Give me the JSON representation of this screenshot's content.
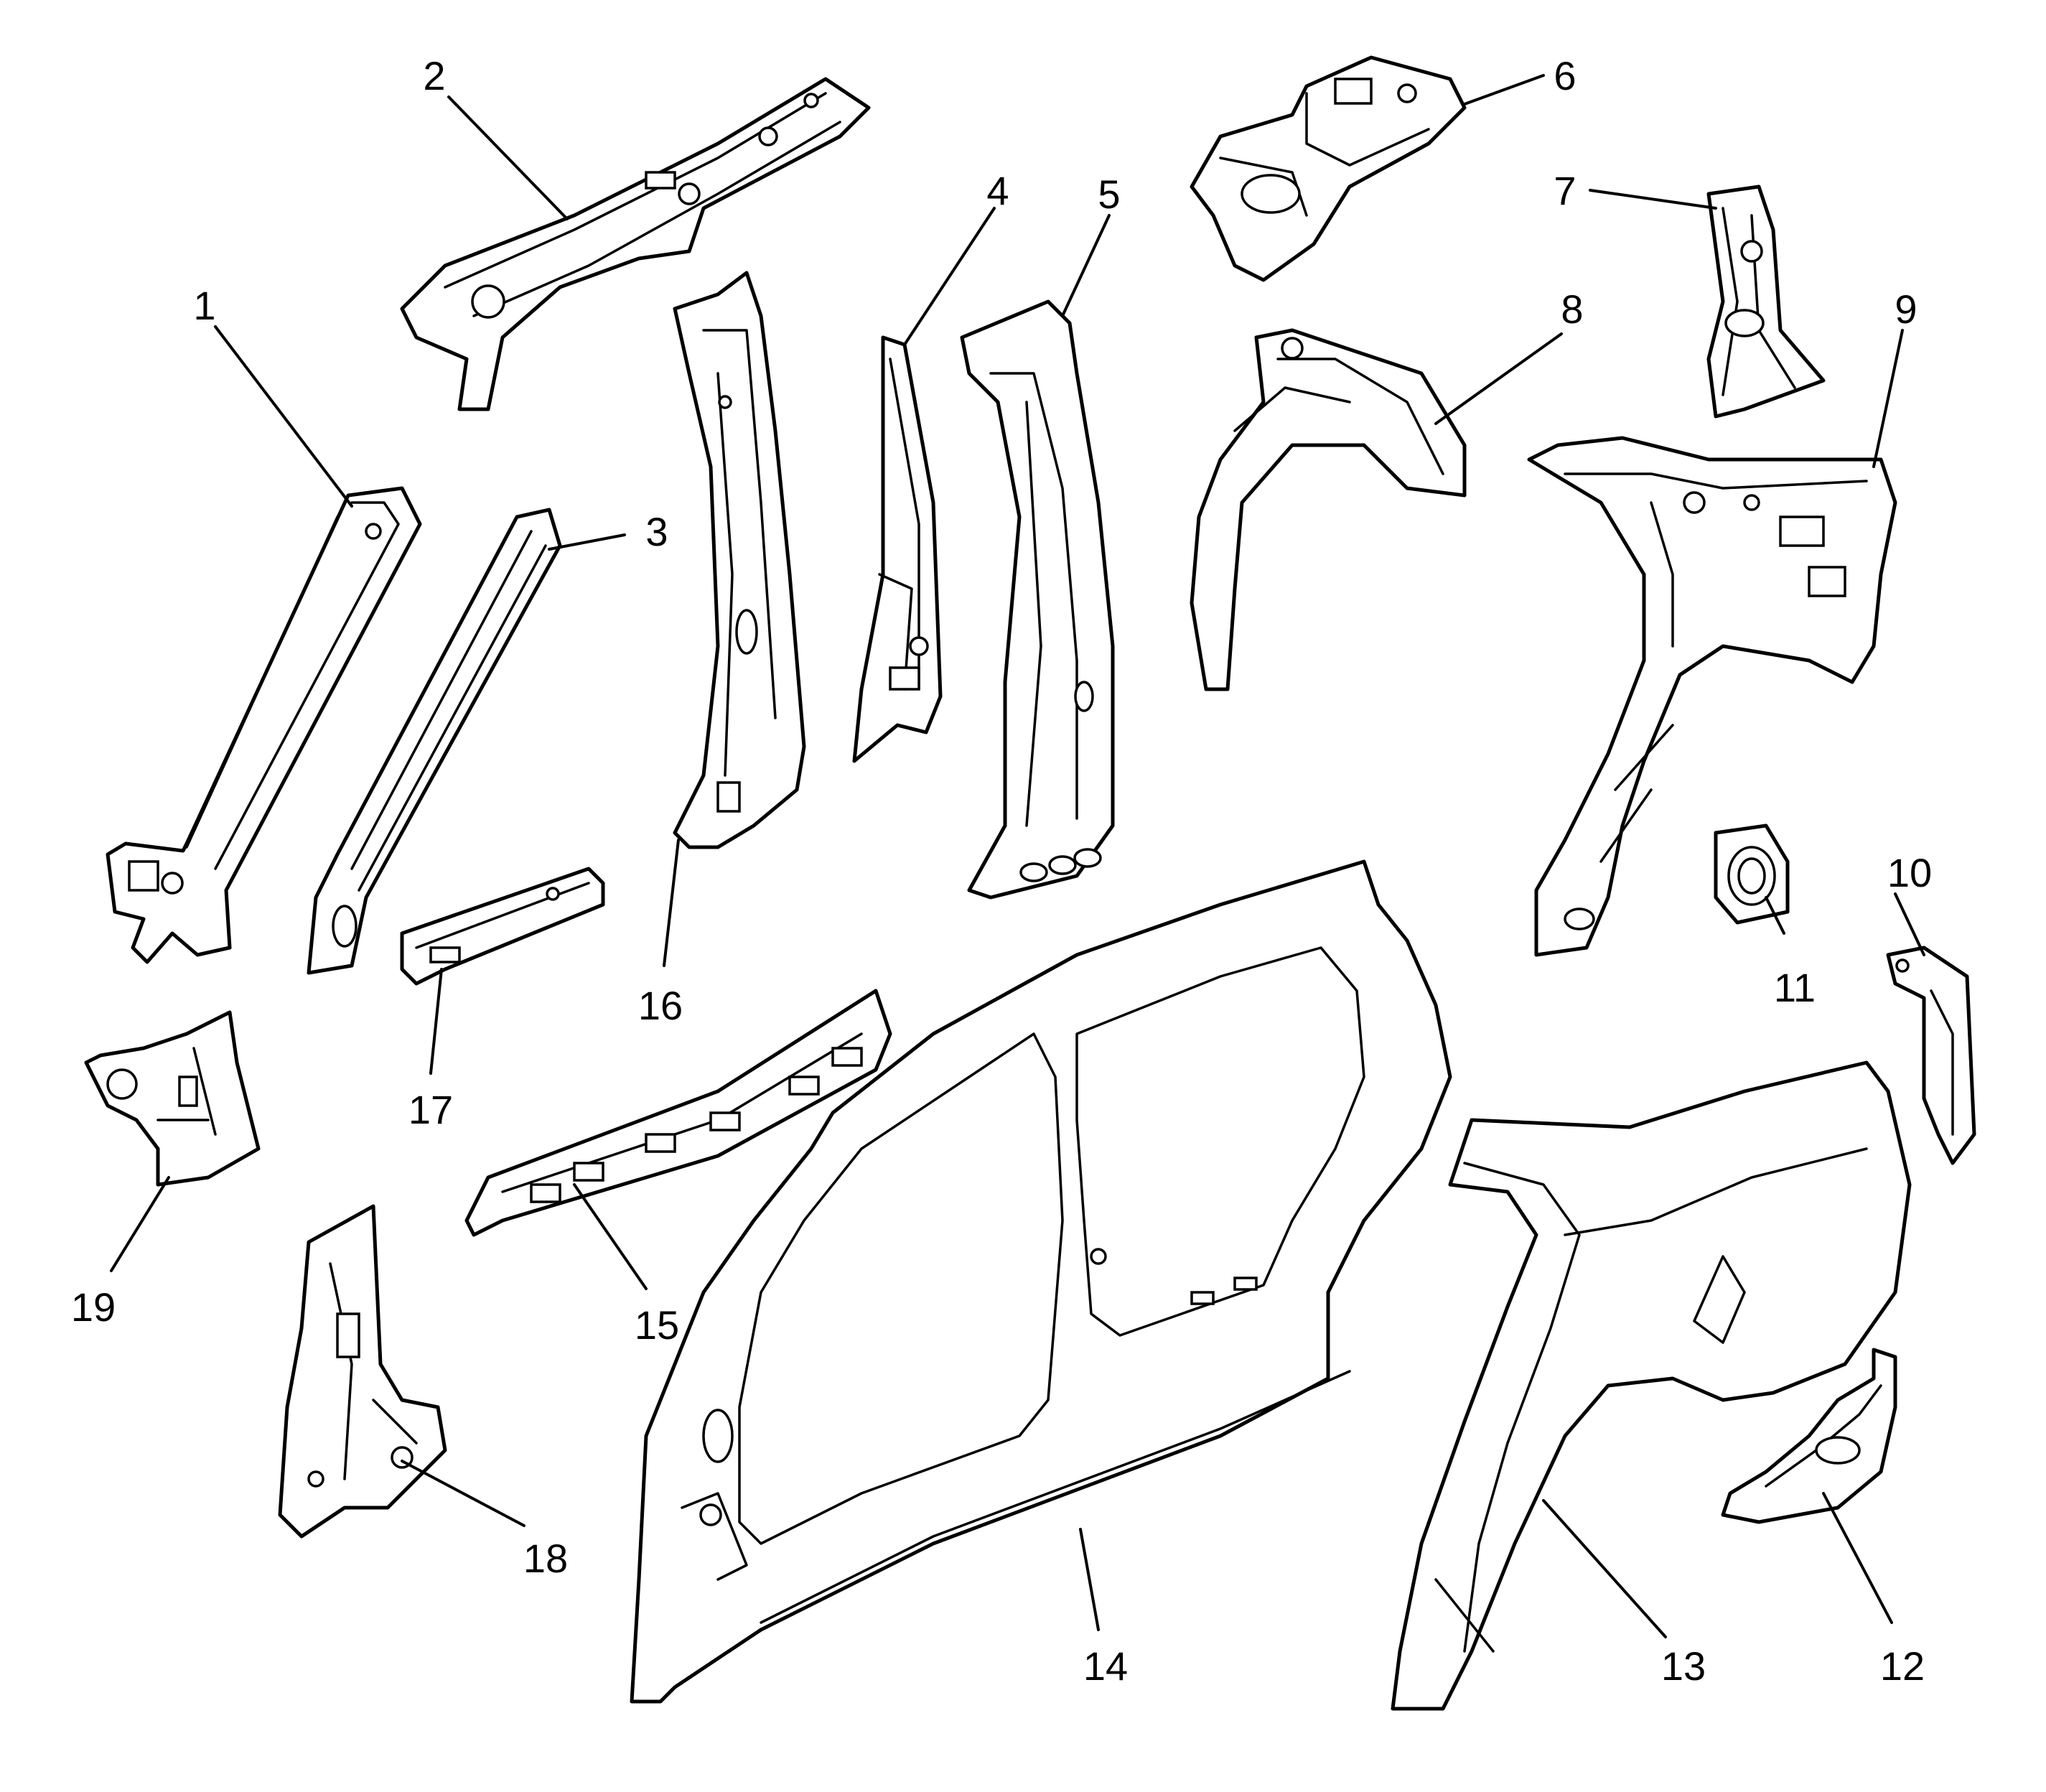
{
  "callouts": [
    {
      "id": "1",
      "label": "1"
    },
    {
      "id": "2",
      "label": "2"
    },
    {
      "id": "3",
      "label": "3"
    },
    {
      "id": "4",
      "label": "4"
    },
    {
      "id": "5",
      "label": "5"
    },
    {
      "id": "6",
      "label": "6"
    },
    {
      "id": "7",
      "label": "7"
    },
    {
      "id": "8",
      "label": "8"
    },
    {
      "id": "9",
      "label": "9"
    },
    {
      "id": "10",
      "label": "10"
    },
    {
      "id": "11",
      "label": "11"
    },
    {
      "id": "12",
      "label": "12"
    },
    {
      "id": "13",
      "label": "13"
    },
    {
      "id": "14",
      "label": "14"
    },
    {
      "id": "15",
      "label": "15"
    },
    {
      "id": "16",
      "label": "16"
    },
    {
      "id": "17",
      "label": "17"
    },
    {
      "id": "18",
      "label": "18"
    },
    {
      "id": "19",
      "label": "19"
    }
  ],
  "colors": {
    "line": "#000000",
    "background": "#ffffff"
  }
}
